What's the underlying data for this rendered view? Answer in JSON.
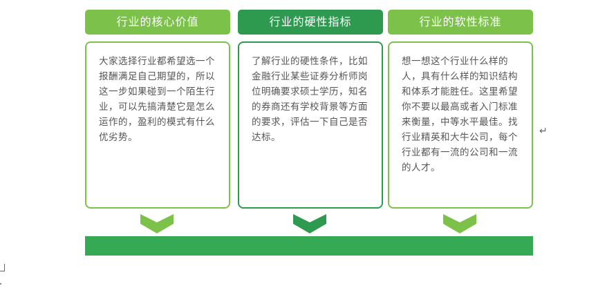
{
  "colors": {
    "light_green": "#7cc24a",
    "dark_green": "#2e9a4f",
    "bar_green": "#36a954",
    "text_gray": "#555555"
  },
  "columns": [
    {
      "title": "行业的核心价值",
      "header_color": "#7cc24a",
      "card_border": "#7cc24a",
      "chevron_color": "#7cc24a",
      "text": "大家选择行业都希望选一个报酬满足自己期望的，所以这一步如果碰到一个陌生行业，可以先搞清楚它是怎么运作的，盈利的模式有什么优劣势。"
    },
    {
      "title": "行业的硬性指标",
      "header_color": "#2e9a4f",
      "card_border": "#2e9a4f",
      "chevron_color": "#2e9a4f",
      "text": "了解行业的硬性条件，比如金融行业某些证券分析师岗位明确要求硕士学历，知名的券商还有学校背景等方面的要求，评估一下自己是否达标。"
    },
    {
      "title": "行业的软性标准",
      "header_color": "#7cc24a",
      "card_border": "#7cc24a",
      "chevron_color": "#7cc24a",
      "text": "想一想这个行业什么样的人，具有什么样的知识结构和体系才能胜任。这里希望你不要以最高或者入门标准来衡量，中等水平最佳。找行业精英和大牛公司，每个行业都有一流的公司和一流的人才。"
    }
  ],
  "marks": {
    "return_symbol": "↵"
  }
}
